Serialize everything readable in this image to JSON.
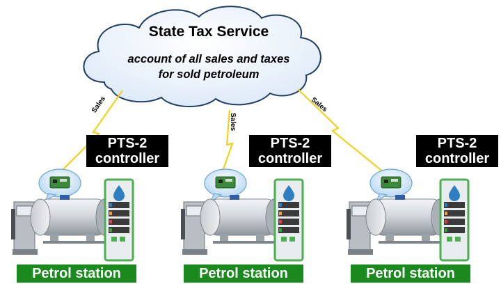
{
  "cloud": {
    "title": "State Tax Service",
    "subtitle_line1": "account of all sales and taxes",
    "subtitle_line2": "for sold petroleum"
  },
  "links": [
    {
      "label": "Sales"
    },
    {
      "label": "Sales"
    },
    {
      "label": "Sales"
    }
  ],
  "stations": [
    {
      "controller_line1": "PTS-2",
      "controller_line2": "controller",
      "label": "Petrol station"
    },
    {
      "controller_line1": "PTS-2",
      "controller_line2": "controller",
      "label": "Petrol station"
    },
    {
      "controller_line1": "PTS-2",
      "controller_line2": "controller",
      "label": "Petrol station"
    }
  ],
  "colors": {
    "lightning": "#f2d21b",
    "station_label_bg": "#1b8a1e",
    "controller_label_bg": "#000000",
    "cloud_fill": "#dce9f8"
  }
}
